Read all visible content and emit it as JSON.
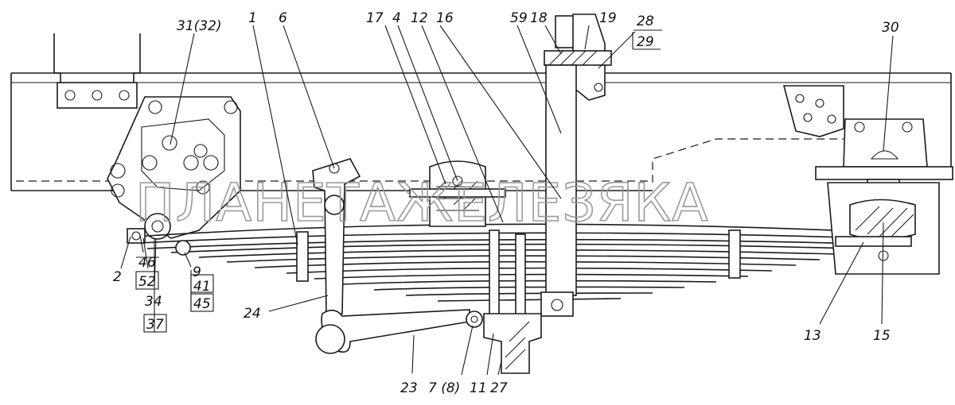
{
  "watermark": "ПЛАНЕТАЖЕЛЕЗЯКА",
  "callouts": [
    {
      "id": "c-31-32",
      "text": "31(32)"
    },
    {
      "id": "c-1",
      "text": "1"
    },
    {
      "id": "c-6",
      "text": "6"
    },
    {
      "id": "c-17",
      "text": "17"
    },
    {
      "id": "c-4",
      "text": "4"
    },
    {
      "id": "c-12",
      "text": "12"
    },
    {
      "id": "c-16",
      "text": "16"
    },
    {
      "id": "c-59",
      "text": "59"
    },
    {
      "id": "c-18",
      "text": "18"
    },
    {
      "id": "c-19",
      "text": "19"
    },
    {
      "id": "c-28",
      "text": "28"
    },
    {
      "id": "c-29",
      "text": "29"
    },
    {
      "id": "c-30",
      "text": "30"
    },
    {
      "id": "c-2",
      "text": "2"
    },
    {
      "id": "c-46",
      "text": "46"
    },
    {
      "id": "c-52",
      "text": "52"
    },
    {
      "id": "c-34",
      "text": "34"
    },
    {
      "id": "c-37",
      "text": "37"
    },
    {
      "id": "c-9",
      "text": "9"
    },
    {
      "id": "c-41",
      "text": "41"
    },
    {
      "id": "c-45",
      "text": "45"
    },
    {
      "id": "c-24",
      "text": "24"
    },
    {
      "id": "c-23",
      "text": "23"
    },
    {
      "id": "c-7-8",
      "text": "7 (8)"
    },
    {
      "id": "c-11",
      "text": "11"
    },
    {
      "id": "c-27",
      "text": "27"
    },
    {
      "id": "c-13",
      "text": "13"
    },
    {
      "id": "c-15",
      "text": "15"
    }
  ]
}
